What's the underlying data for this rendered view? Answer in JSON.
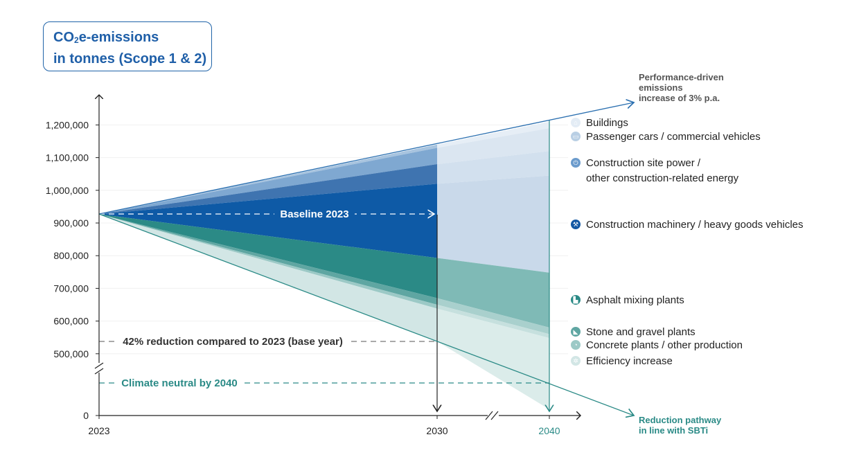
{
  "title": {
    "line1_pre": "CO",
    "line1_sub": "2",
    "line1_post": "e-emissions",
    "line2": "in tonnes (Scope 1 & 2)"
  },
  "chart_data": {
    "type": "area",
    "x_ticks": [
      "2023",
      "2030",
      "2040"
    ],
    "y_ticks": [
      "0",
      "500,000",
      "600,000",
      "700,000",
      "800,000",
      "900,000",
      "1,000,000",
      "1,100,000",
      "1,200,000"
    ],
    "baseline_2023": 927000,
    "top_2030": 1140000,
    "top_2040": 1210000,
    "stacked_bands_2030_top_to_bottom": [
      {
        "name": "Buildings",
        "upper": 1140000,
        "lower": 1130000
      },
      {
        "name": "Passenger cars / commercial vehicles",
        "upper": 1130000,
        "lower": 1080000
      },
      {
        "name": "Construction site power / other construction-related energy",
        "upper": 1080000,
        "lower": 1020000
      },
      {
        "name": "Construction machinery / heavy goods vehicles",
        "upper": 1020000,
        "lower": 793000
      },
      {
        "name": "Asphalt mixing plants",
        "upper": 793000,
        "lower": 670000
      },
      {
        "name": "Stone and gravel plants",
        "upper": 670000,
        "lower": 650000
      },
      {
        "name": "Concrete plants / other production",
        "upper": 650000,
        "lower": 638000
      },
      {
        "name": "Efficiency increase",
        "upper": 638000,
        "lower": 538000
      }
    ],
    "reduction_2030": 538000,
    "reduction_2040": 95000,
    "annotations": {
      "baseline": "Baseline 2023",
      "reduction42": "42% reduction compared to 2023 (base year)",
      "climate_neutral": "Climate neutral by 2040",
      "increase_line1": "Performance-driven",
      "increase_line2": "emissions",
      "increase_line3": "increase of 3% p.a.",
      "sbti_line1": "Reduction pathway",
      "sbti_line2": "in line with SBTi"
    },
    "legend": [
      {
        "label": "Buildings",
        "color": "#e3ecf5",
        "icon": "house-icon"
      },
      {
        "label": "Passenger cars / commercial vehicles",
        "color": "#b9cfe4",
        "icon": "car-icon"
      },
      {
        "label": "Construction site power / ",
        "label2": "other construction-related energy",
        "color": "#6b9bcc",
        "icon": "plug-icon"
      },
      {
        "label": "Construction machinery / heavy goods vehicles",
        "color": "#1458a3",
        "icon": "excavator-icon"
      },
      {
        "label": "Asphalt mixing plants",
        "color": "#2b8a86",
        "icon": "factory-icon"
      },
      {
        "label": "Stone and gravel plants",
        "color": "#5fa6a2",
        "icon": "crusher-icon"
      },
      {
        "label": "Concrete plants / other production",
        "color": "#9cc9c6",
        "icon": "mixer-icon"
      },
      {
        "label": "Efficiency increase",
        "color": "#d2e6e5",
        "icon": "gear-icon"
      }
    ]
  }
}
